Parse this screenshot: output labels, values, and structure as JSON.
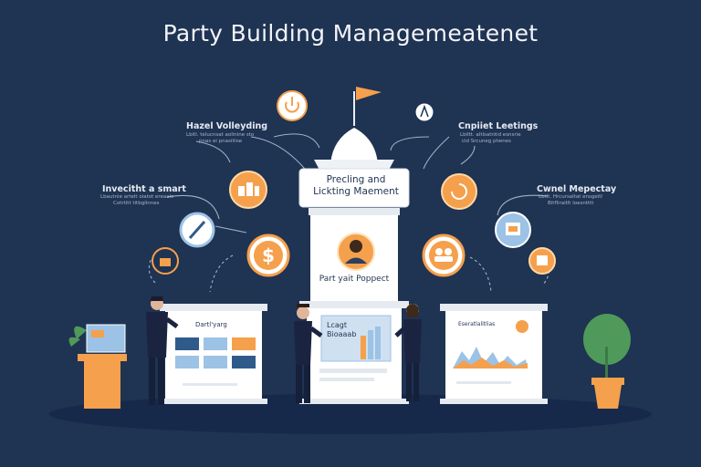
{
  "title": "Party Building Managemeatenet",
  "center_tower": {
    "heading_line1": "Precling and",
    "heading_line2": "Lickting Maement",
    "caption": "Part yait Poppect"
  },
  "left_labels": [
    {
      "title": "Hazel Volleyding",
      "sub1": "Lbitl. telucnsat aolinine sto",
      "sub2": "pnas ei pnasiliise"
    },
    {
      "title": "Invecitht a smart",
      "sub1": "Lbautnie artelt oiatot ereaals",
      "sub2": "Cotrtitt titbglinnes"
    }
  ],
  "right_labels": [
    {
      "title": "Cnpiiet Leetings",
      "sub1": "Lbiltt. altlsatntid esnsrie",
      "sub2": "cid Srcuneg ptwnes"
    },
    {
      "title": "Cwnel Mepectay",
      "sub1": "Lbtlt. Hrcursaltat ensgeitl",
      "sub2": "Bitfliraitlt loesntttt"
    }
  ],
  "panels": {
    "left": {
      "title": "Dartl'yarg"
    },
    "middle": {
      "line1": "Lcagt",
      "line2": "Bioaaab"
    },
    "right": {
      "title": "Eseratlalitlias"
    }
  },
  "icons": {
    "top_left": "power-icon",
    "top_right": "user-icon",
    "left_orange": "team-icon",
    "left_blue": "link-icon",
    "left_small": "bag-icon",
    "left_dollar": "dollar-icon",
    "right_orange": "refresh-icon",
    "right_blue": "tablet-icon",
    "right_small": "note-icon",
    "right_people": "people-icon",
    "center_avatar": "person-avatar"
  },
  "colors": {
    "background": "#1f3352",
    "accent_orange": "#f5a04c",
    "accent_blue": "#9cc2e6",
    "panel": "#ffffff",
    "text_light": "#e8edf3"
  }
}
